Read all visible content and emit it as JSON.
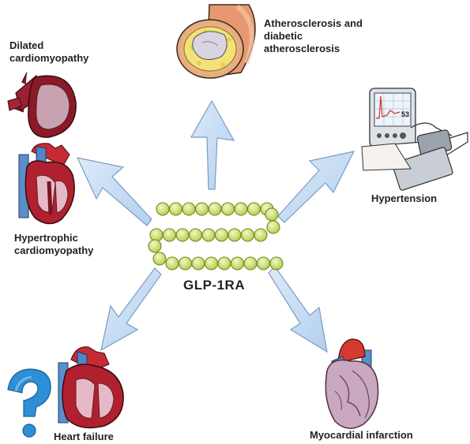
{
  "center": {
    "label": "GLP-1RA"
  },
  "nodes": {
    "dilated": {
      "line1": "Dilated",
      "line2": "cardiomyopathy"
    },
    "athero": {
      "line1": "Atherosclerosis and",
      "line2": "diabetic",
      "line3": "atherosclerosis"
    },
    "hypertension": {
      "line1": "Hypertension"
    },
    "hypertrophic": {
      "line1": "Hypertrophic",
      "line2": "cardiomyopathy"
    },
    "heart_failure": {
      "line1": "Heart failure"
    },
    "mi": {
      "line1": "Myocardial infarction"
    }
  },
  "monitor": {
    "reading": "53"
  },
  "colors": {
    "arrow_fill": "#c8def4",
    "arrow_stroke": "#7a9cc6",
    "bead_fill": "#cde07a",
    "bead_stroke": "#6f8a1c",
    "heart_red": "#b0202e",
    "heart_blue": "#4f86c6",
    "question": "#2d8fd6"
  }
}
